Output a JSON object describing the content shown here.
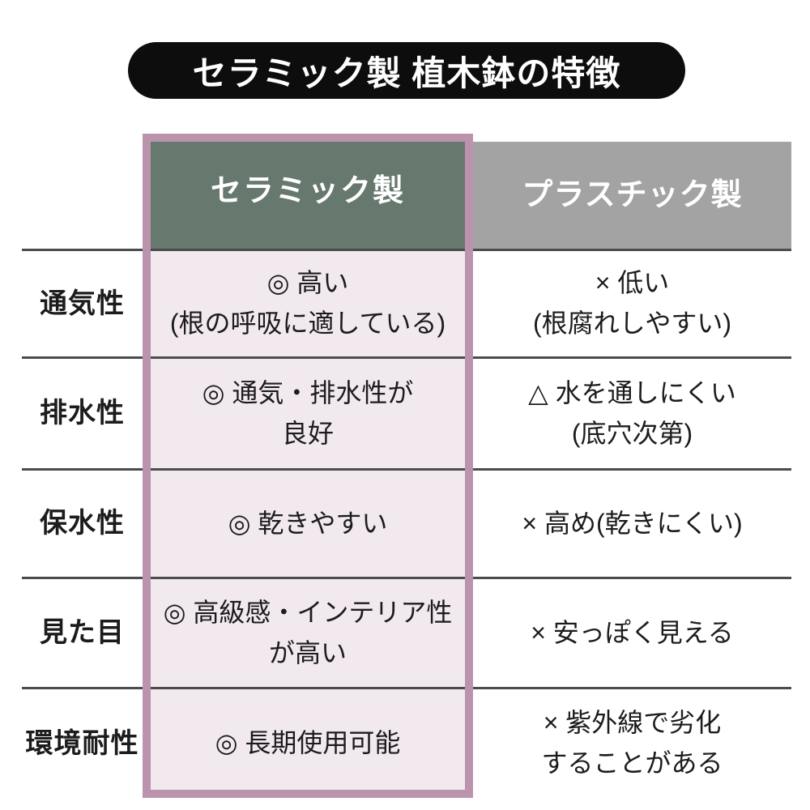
{
  "title": "セラミック製 植木鉢の特徴",
  "table": {
    "header": {
      "ceramic": "セラミック製",
      "plastic": "プラスチック製"
    },
    "rows": [
      {
        "label": "通気性",
        "ceramic": [
          "◎ 高い",
          "(根の呼吸に適している)"
        ],
        "plastic": [
          "× 低い",
          "(根腐れしやすい)"
        ]
      },
      {
        "label": "排水性",
        "ceramic": [
          "◎ 通気・排水性が",
          "良好"
        ],
        "plastic": [
          "△ 水を通しにくい",
          "(底穴次第)"
        ]
      },
      {
        "label": "保水性",
        "ceramic": [
          "◎ 乾きやすい"
        ],
        "plastic": [
          "× 高め(乾きにくい)"
        ]
      },
      {
        "label": "見た目",
        "ceramic": [
          "◎ 高級感・インテリア性",
          "が高い"
        ],
        "plastic": [
          "× 安っぽく見える"
        ]
      },
      {
        "label": "環境耐性",
        "ceramic": [
          "◎ 長期使用可能"
        ],
        "plastic": [
          "× 紫外線で劣化",
          "することがある"
        ]
      }
    ]
  },
  "colors": {
    "pill-bg": "#0d0d0d",
    "pill-text": "#ffffff",
    "ceramic-header-bg": "#67786e",
    "plastic-header-bg": "#a3a3a3",
    "header-text": "#ffffff",
    "ceramic-bg": "#f2e9ef",
    "frame": "#bb93ad",
    "rule": "#4c4c4c",
    "text": "#1c1c1c"
  }
}
